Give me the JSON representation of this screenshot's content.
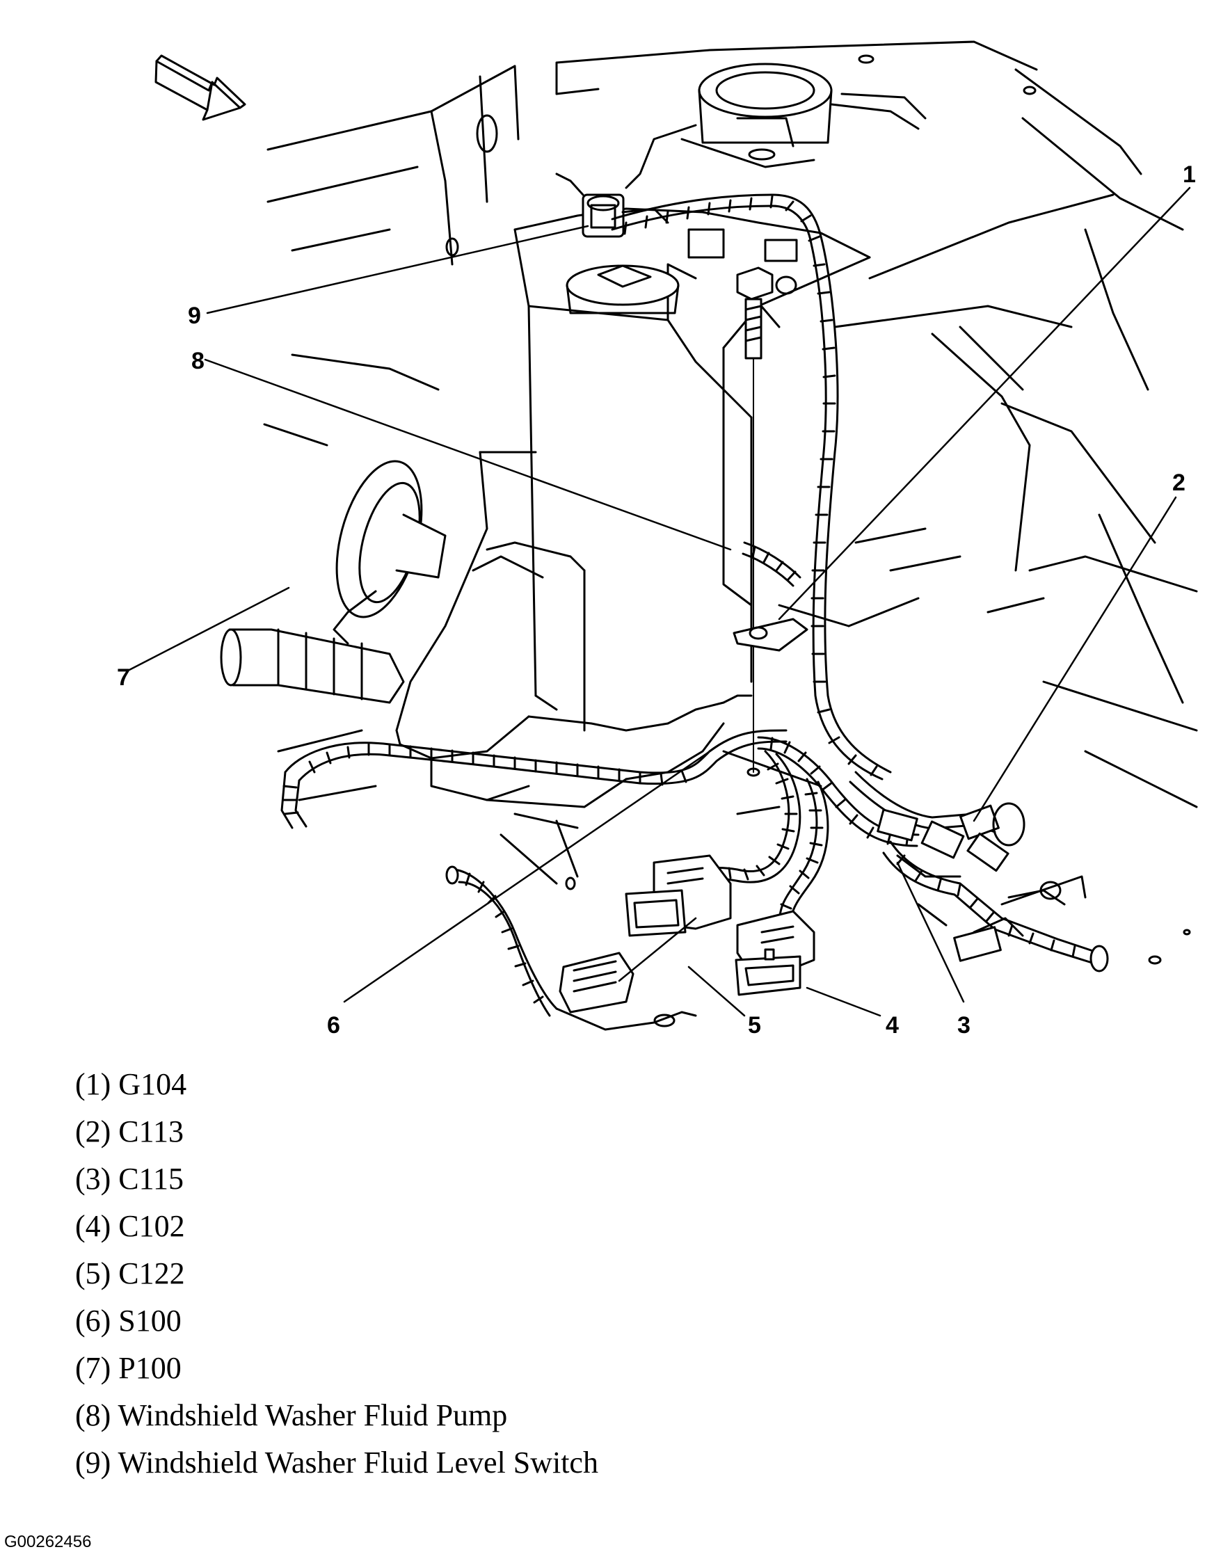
{
  "callouts": [
    {
      "number": "1"
    },
    {
      "number": "2"
    },
    {
      "number": "3"
    },
    {
      "number": "4"
    },
    {
      "number": "5"
    },
    {
      "number": "6"
    },
    {
      "number": "7"
    },
    {
      "number": "8"
    },
    {
      "number": "9"
    }
  ],
  "legend": [
    {
      "text": "(1) G104"
    },
    {
      "text": "(2) C113"
    },
    {
      "text": "(3) C115"
    },
    {
      "text": "(4) C102"
    },
    {
      "text": "(5) C122"
    },
    {
      "text": "(6) S100"
    },
    {
      "text": "(7) P100"
    },
    {
      "text": "(8) Windshield Washer Fluid Pump"
    },
    {
      "text": "(9) Windshield Washer Fluid Level Switch"
    }
  ],
  "figure_id": "G00262456",
  "colors": {
    "line": "#000000",
    "background": "#ffffff"
  }
}
